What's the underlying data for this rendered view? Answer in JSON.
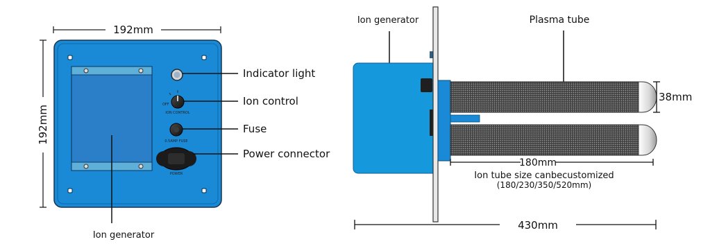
{
  "front_view": {
    "width_dim": "192mm",
    "height_dim": "192mm",
    "callouts": {
      "indicator_light": "Indicator light",
      "ion_control": "Ion control",
      "fuse": "Fuse",
      "power_connector": "Power connector",
      "ion_generator": "Ion generator"
    },
    "panel_text": {
      "ion_control": "ION CONTROL",
      "off": "OFF",
      "fuse": "0.5AMP FUSE",
      "power": "POWER"
    }
  },
  "side_view": {
    "ion_generator": "Ion generator",
    "plasma_tube": "Plasma tube",
    "tube_diameter": "38mm",
    "tube_length": "180mm",
    "customize_note": "Ion tube size canbecustomized",
    "size_options": "(180/230/350/520mm)",
    "total_length": "430mm"
  },
  "colors": {
    "panel_blue": "#1a8ad6",
    "generator_blue": "#1598dc",
    "inner_blue": "#2a7fc8",
    "strip_blue": "#5fb0d8"
  }
}
